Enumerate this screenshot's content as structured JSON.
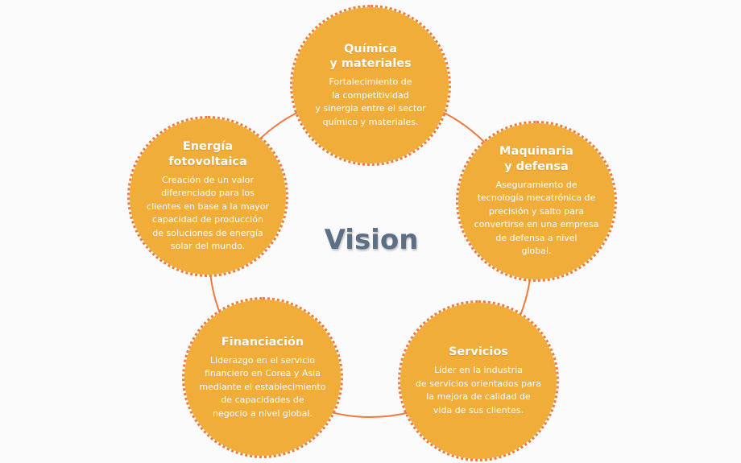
{
  "center": {
    "title": "Vision"
  },
  "colors": {
    "disc_fill": "#f0ad3a",
    "dotted_border": "#ee7a3c",
    "ring_line": "#ee7a3c",
    "center_text": "#5c6f85",
    "node_text": "#ffffff"
  },
  "nodes": [
    {
      "id": "quimica",
      "title": "Química\ny materiales",
      "description": "Fortalecimiento de\nla competitividad\ny sinergia entre el sector\nquímico y materiales."
    },
    {
      "id": "maquinaria",
      "title": "Maquinaria\ny defensa",
      "description": "Aseguramiento de\ntecnología mecatrónica de\nprecisión y salto para\nconvertirse en una empresa\nde defensa a nivel\nglobal."
    },
    {
      "id": "servicios",
      "title": "Servicios",
      "description": "Líder en la industria\nde servicios orientados para\nla mejora de calidad de\nvida de sus clientes."
    },
    {
      "id": "financiacion",
      "title": "Financiación",
      "description": "Liderazgo en el servicio\nfinanciero en Corea y Asia\nmediante el establecimiento\nde capacidades de\nnegocio a nivel global."
    },
    {
      "id": "energia",
      "title": "Energía\nfotovoltaica",
      "description": "Creación de un valor\ndiferenciado  para los\nclientes en base a la mayor\ncapacidad de producción\nde soluciones de energía\nsolar del mundo."
    }
  ]
}
